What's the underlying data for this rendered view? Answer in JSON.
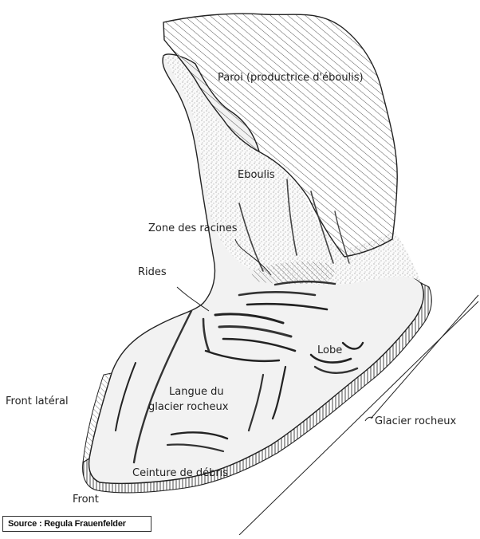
{
  "labels": {
    "paroi": "Paroi (productrice d'éboulis)",
    "eboulis": "Eboulis",
    "zone_racines": "Zone des racines",
    "rides": "Rides",
    "lobe": "Lobe",
    "langue_line1": "Langue du",
    "langue_line2": "glacier rocheux",
    "front_lateral": "Front latéral",
    "glacier_rocheux": "Glacier rocheux",
    "ceinture": "Ceinture de débris",
    "front": "Front"
  },
  "source": "Source : Regula Frauenfelder"
}
